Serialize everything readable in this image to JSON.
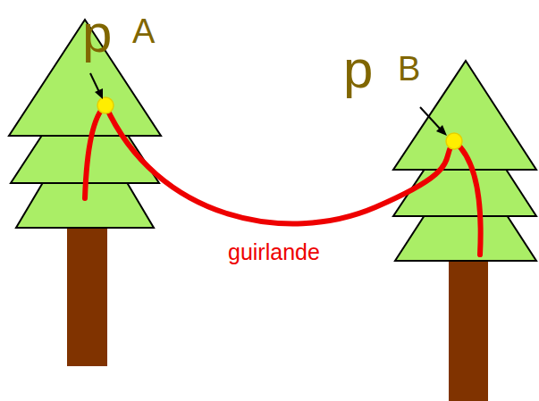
{
  "diagram": {
    "labels": [
      "p",
      "A",
      "p",
      "B",
      "guirlande"
    ]
  }
}
